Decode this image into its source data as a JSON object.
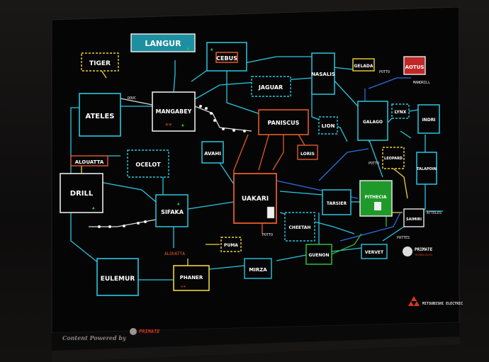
{
  "colors": {
    "background": "#050505",
    "cyan": "#29c6e0",
    "yellow": "#f2d23a",
    "orange": "#e65a2a",
    "red": "#d8361e",
    "green": "#2fbf3a",
    "blue": "#2b6fe0",
    "white": "#eaeaea",
    "teal_fill": "#1d8fa0"
  },
  "nodes": {
    "langur": "LANGUR",
    "cebus": "CEBUS",
    "tiger": "TIGER",
    "jaguar": "JAGUAR",
    "nasalis": "NASALIS",
    "gelada": "GELADA",
    "aotus": "AOTUS",
    "ateles": "ATELES",
    "mangabey": "MANGABEY",
    "paniscus": "PANISCUS",
    "lion": "LION",
    "galago": "GALAGO",
    "lynx": "LYNX",
    "indri": "INDRI",
    "alouatta": "ALOUATTA",
    "ocelot": "OCELOT",
    "avahi": "AVAHI",
    "loris": "LORIS",
    "leopard": "LEOPARD",
    "talapoin": "TALAPOIN",
    "drill": "DRILL",
    "uakari": "UAKARI",
    "tarsier": "TARSIER",
    "pithecia": "PITHECIA",
    "sifaka": "SIFAKA",
    "cheetah": "CHEETAH",
    "saimiri": "SAIMIRI",
    "puma": "PUMA",
    "eulemur": "EULEMUR",
    "phaner": "PHANER",
    "mirza": "MIRZA",
    "guenon": "GUENON",
    "vervet": "VERVET"
  },
  "annotations": {
    "douc": "DOUC",
    "mandrill": "MANDRILL",
    "potto_1": "POTTO",
    "potto_2": "POTTO",
    "potto_3": "POTTO",
    "alouatta_small": "ALOUATTA",
    "atteles": "ATTELES",
    "pattes": "PATTES"
  },
  "branding": {
    "primate_logo": "PRIMATE",
    "primate_sub": "TECHNOLOGIES",
    "content_powered": "Content Powered by",
    "footer_logo": "PRIMATE",
    "mitsubishi": "MITSUBISHI ELECTRIC"
  }
}
